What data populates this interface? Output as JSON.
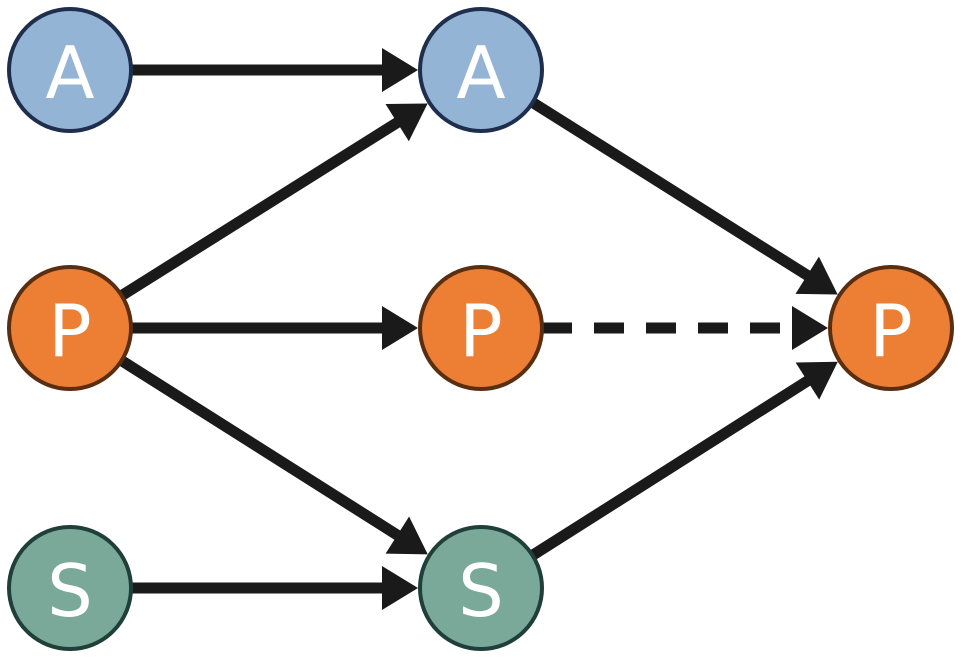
{
  "colors": {
    "A": {
      "fill": "#93B4D4",
      "stroke": "#1F2E4D"
    },
    "P": {
      "fill": "#ED7F35",
      "stroke": "#5A2E10"
    },
    "S": {
      "fill": "#7AA99A",
      "stroke": "#1F3F38"
    },
    "edge": "#1A1A1A",
    "label": "#FFFFFF"
  },
  "nodes": [
    {
      "id": "a1",
      "label": "A",
      "kind": "A"
    },
    {
      "id": "p1",
      "label": "P",
      "kind": "P"
    },
    {
      "id": "s1",
      "label": "S",
      "kind": "S"
    },
    {
      "id": "a2",
      "label": "A",
      "kind": "A"
    },
    {
      "id": "p2",
      "label": "P",
      "kind": "P"
    },
    {
      "id": "s2",
      "label": "S",
      "kind": "S"
    },
    {
      "id": "p3",
      "label": "P",
      "kind": "P"
    }
  ],
  "edges": [
    {
      "from": "a1",
      "to": "a2",
      "style": "solid"
    },
    {
      "from": "p1",
      "to": "a2",
      "style": "solid"
    },
    {
      "from": "p1",
      "to": "p2",
      "style": "solid"
    },
    {
      "from": "p1",
      "to": "s2",
      "style": "solid"
    },
    {
      "from": "s1",
      "to": "s2",
      "style": "solid"
    },
    {
      "from": "a2",
      "to": "p3",
      "style": "solid"
    },
    {
      "from": "p2",
      "to": "p3",
      "style": "dashed"
    },
    {
      "from": "s2",
      "to": "p3",
      "style": "solid"
    }
  ]
}
